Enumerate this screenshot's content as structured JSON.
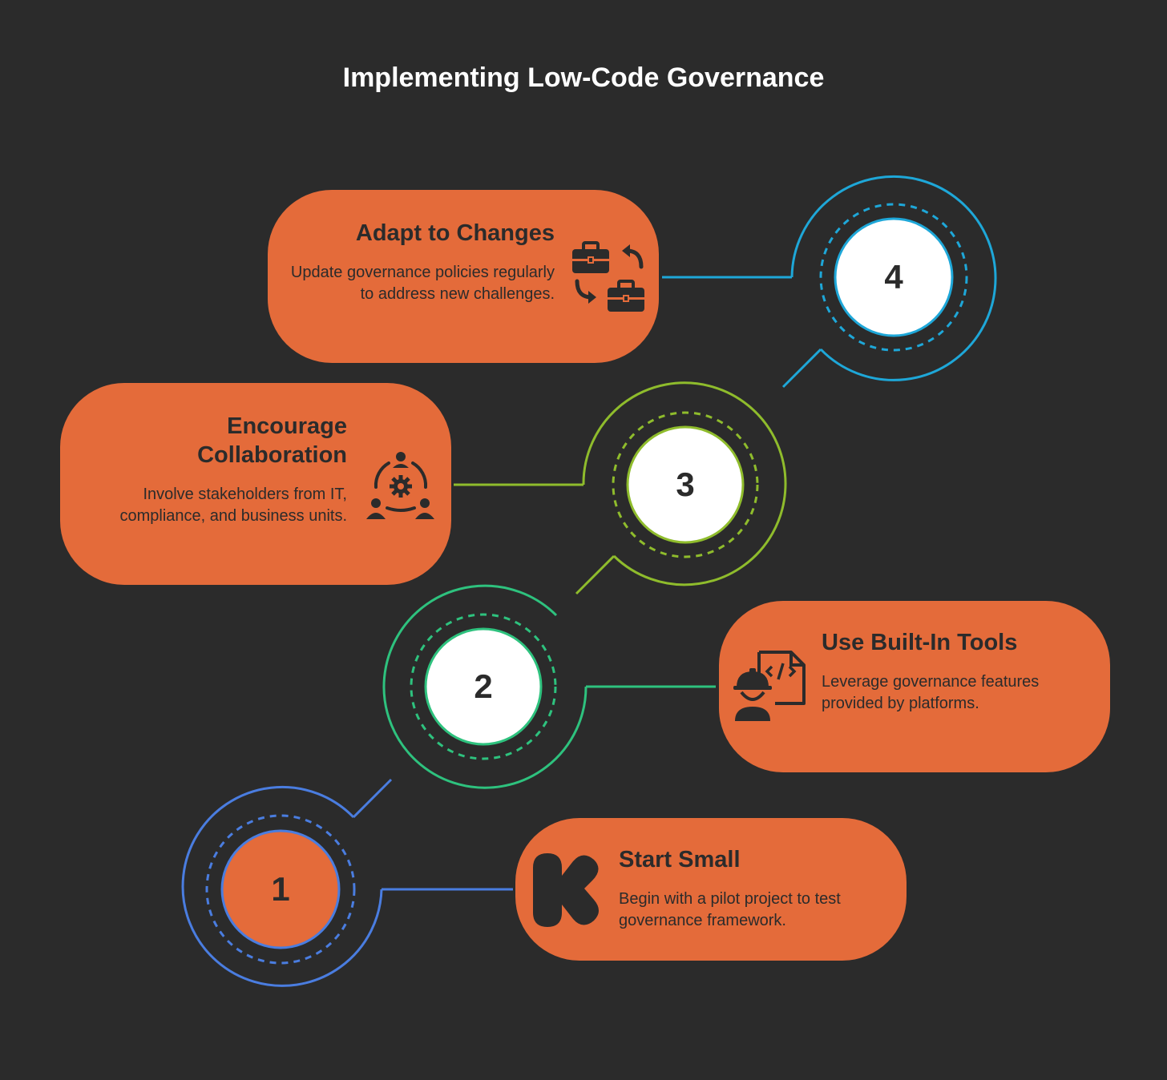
{
  "title": "Implementing Low-Code Governance",
  "colors": {
    "background": "#2b2b2b",
    "card": "#e46b3a",
    "step1": "#4a7de0",
    "step2": "#2ec27e",
    "step3": "#8fbc2c",
    "step4": "#1ea7d8"
  },
  "steps": [
    {
      "number": "1",
      "heading": "Start Small",
      "description": "Begin with a pilot project to test governance framework.",
      "icon": "kickstarter-k-icon"
    },
    {
      "number": "2",
      "heading": "Use Built-In Tools",
      "description": "Leverage governance features provided by platforms.",
      "icon": "developer-code-icon"
    },
    {
      "number": "3",
      "heading": "Encourage Collaboration",
      "description": "Involve stakeholders from IT, compliance, and business units.",
      "icon": "team-collaboration-icon"
    },
    {
      "number": "4",
      "heading": "Adapt to Changes",
      "description": "Update governance policies regularly to address new challenges.",
      "icon": "toolbox-swap-icon"
    }
  ]
}
